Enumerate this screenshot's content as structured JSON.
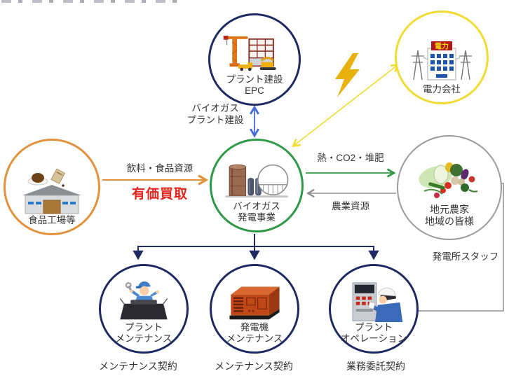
{
  "colors": {
    "navy": "#1f2a63",
    "yellow": "#f0dc35",
    "orange": "#e2923d",
    "green": "#2e9a47",
    "gray": "#9b9b9b",
    "arrow_blue": "#4a6bd4",
    "arrow_gray": "#8f8f8f",
    "red": "#e3241d",
    "bolt_gold": "#e9b10e",
    "text": "#333333"
  },
  "nodes": {
    "epc": {
      "line1": "プラント建設",
      "line2": "EPC"
    },
    "power_company": {
      "label": "電力会社",
      "sign": "電力"
    },
    "food_factory": {
      "label": "食品工場等"
    },
    "biogas": {
      "line1": "バイオガス",
      "line2": "発電事業"
    },
    "farmers": {
      "line1": "地元農家",
      "line2": "地域の皆様"
    },
    "plant_maintenance": {
      "line1": "プラント",
      "line2": "メンテナンス"
    },
    "generator_maintenance": {
      "line1": "発電機",
      "line2": "メンテナンス"
    },
    "plant_operation": {
      "line1": "プラント",
      "line2": "オペレーション"
    }
  },
  "edge_labels": {
    "plant_construction_line1": "バイオガス",
    "plant_construction_line2": "プラント建設",
    "food_resources": "飲料・食品資源",
    "paid_purchase": "有価買取",
    "heat_co2_compost": "熱・CO2・堆肥",
    "agricultural_resources": "農業資源",
    "power_plant_staff": "発電所スタッフ",
    "maintenance_contract_left": "メンテナンス契約",
    "maintenance_contract_center": "メンテナンス契約",
    "outsourcing_contract": "業務委託契約"
  },
  "icons": {
    "epc": "construction-site-icon",
    "power_company": "power-company-building-icon",
    "food_factory": "food-factory-icon",
    "biogas": "biogas-plant-icon",
    "farmers": "vegetables-icon",
    "plant_maintenance": "maintenance-worker-icon",
    "generator_maintenance": "generator-icon",
    "plant_operation": "plant-operator-icon",
    "electricity": "lightning-bolt-icon"
  }
}
